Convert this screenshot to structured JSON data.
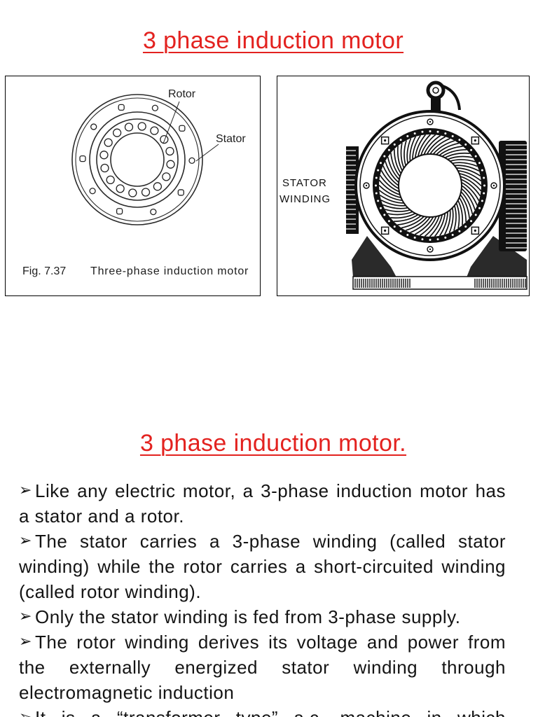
{
  "colors": {
    "title_red": "#e3221f",
    "body_text": "#141414",
    "figure_border": "#000000"
  },
  "icons": {
    "bullet": "arrow-bullet-icon"
  },
  "slide_1": {
    "title": "3 phase induction motor",
    "figure_left": {
      "rotor_label": "Rotor",
      "stator_label": "Stator",
      "caption_number": "Fig. 7.37",
      "caption_text": "Three-phase induction motor"
    },
    "figure_right": {
      "label_line_1": "STATOR",
      "label_line_2": "WINDING"
    }
  },
  "slide_2": {
    "title": "3 phase induction motor.",
    "bullet_glyph": "➢",
    "paragraphs": [
      {
        "lines": [
          "Like any electric motor, a 3-phase induction motor has",
          "a stator and a rotor."
        ]
      },
      {
        "lines": [
          "The stator carries a 3-phase winding (called stator",
          "winding) while the rotor carries a short-circuited winding",
          "(called rotor winding)."
        ]
      },
      {
        "lines": [
          "Only the stator winding is fed from 3-phase supply."
        ]
      },
      {
        "lines": [
          "The rotor winding derives its voltage and power from",
          "the externally energized stator winding through",
          "electromagnetic induction"
        ]
      },
      {
        "lines": [
          "It is a “transformer type” a.c. machine in which"
        ]
      }
    ]
  }
}
